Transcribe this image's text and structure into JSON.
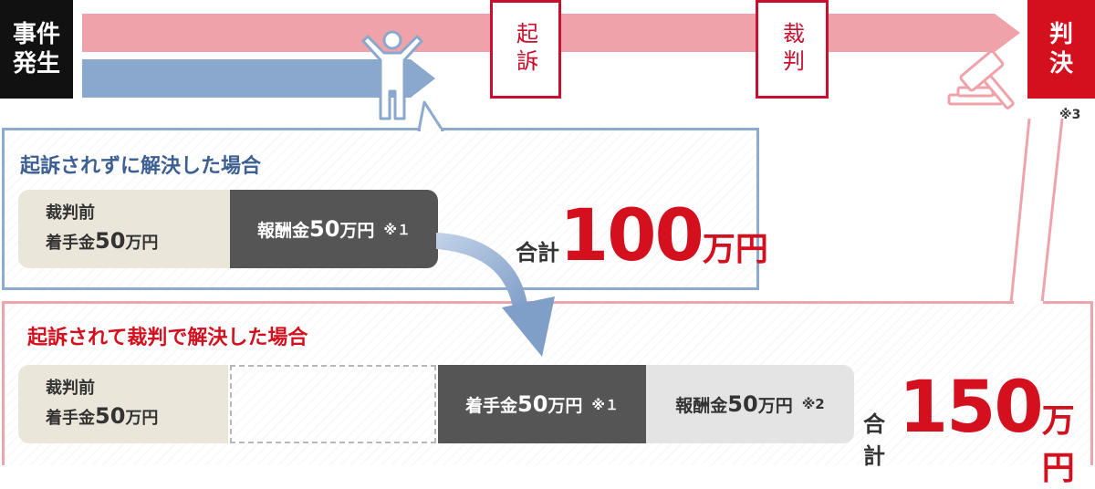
{
  "timeline": {
    "start_label": [
      "事件",
      "発生"
    ],
    "stage_indictment": "起訴",
    "stage_trial": "裁判",
    "stage_judgment": [
      "判",
      "決"
    ],
    "judgment_note": "※3"
  },
  "case_no_indictment": {
    "title": "起訴されずに解決した場合",
    "pre_trial_label": "裁判前",
    "retainer_label": "着手金",
    "retainer_amount": "50",
    "retainer_unit": "万円",
    "reward_label": "報酬金",
    "reward_amount": "50",
    "reward_unit": "万円",
    "reward_note": "※１",
    "total_label": "合計",
    "total_amount": "100",
    "total_unit": "万円"
  },
  "case_trial": {
    "title": "起訴されて裁判で解決した場合",
    "pre_trial_label": "裁判前",
    "retainer_label": "着手金",
    "retainer_amount": "50",
    "retainer_unit": "万円",
    "trial_retainer_label": "着手金",
    "trial_retainer_amount": "50",
    "trial_retainer_unit": "万円",
    "trial_retainer_note": "※１",
    "reward_label": "報酬金",
    "reward_amount": "50",
    "reward_unit": "万円",
    "reward_note": "※2",
    "total_label": "合計",
    "total_amount": "150",
    "total_unit": "万円"
  },
  "colors": {
    "red": "#d4101f",
    "pink_bar": "#f0a2aa",
    "blue_bar": "#8aa8cd",
    "dark_segment": "#555555",
    "beige_segment": "#eae6da",
    "light_segment": "#e4e4e4"
  },
  "icons": [
    "person-raising-arms-icon",
    "gavel-icon",
    "curved-arrow-icon"
  ]
}
